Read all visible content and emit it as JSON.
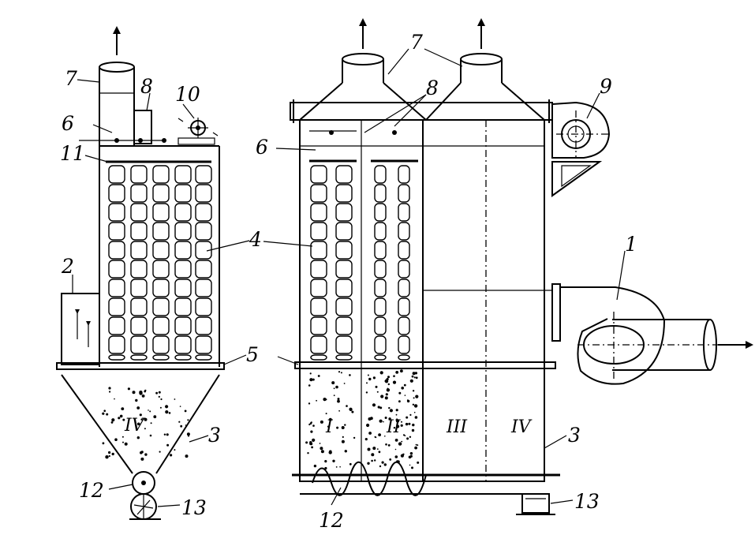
{
  "labels": {
    "l1": "1",
    "l2": "2",
    "l3_left": "3",
    "l3_right": "3",
    "l4_left": "4",
    "l4_right": "4",
    "l5": "5",
    "l6_left": "6",
    "l6_right": "6",
    "l7_left": "7",
    "l7_right": "7",
    "l8_left": "8",
    "l8_right": "8",
    "l9": "9",
    "l10": "10",
    "l11": "11",
    "l12_left": "12",
    "l12_right": "12",
    "l13_left": "13",
    "l13_right": "13"
  },
  "sections": {
    "s1": "I",
    "s2": "II",
    "s3": "III",
    "s4": "IV",
    "s_left": "IV"
  },
  "colors": {
    "ink": "#000000",
    "paper": "#ffffff"
  }
}
